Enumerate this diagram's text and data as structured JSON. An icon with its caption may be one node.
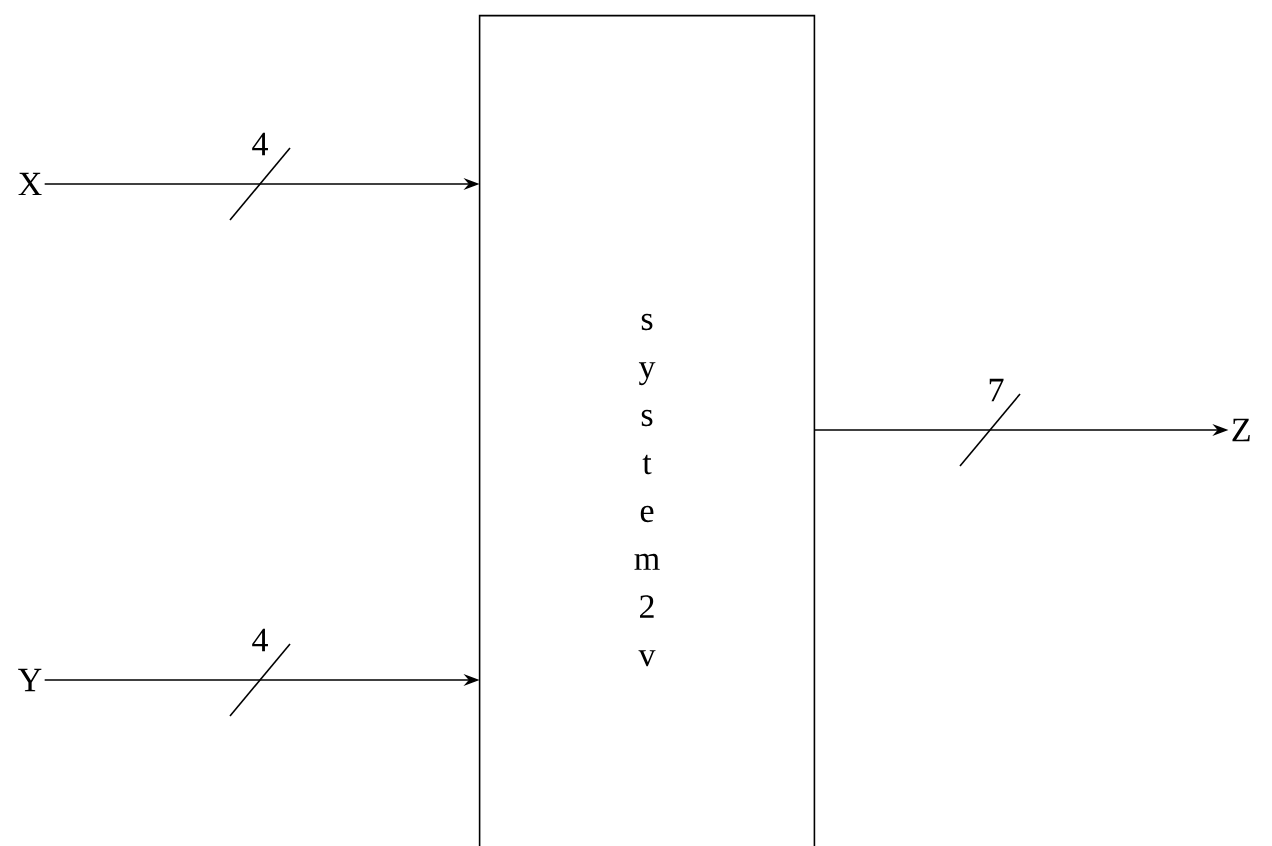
{
  "diagram": {
    "nodes": [
      {
        "text": [
          "X"
        ]
      },
      {
        "text": [
          "s y s t e m 2 v"
        ]
      },
      {
        "text": [
          "Y"
        ]
      },
      {
        "text": [
          "Z"
        ]
      }
    ],
    "edges": [
      {
        "from": 0,
        "to": 1,
        "arrow": "to",
        "label": "4"
      },
      {
        "from": 2,
        "to": 1,
        "arrow": "to",
        "label": "4"
      },
      {
        "from": 1,
        "to": 3,
        "arrow": "to",
        "label": "7"
      }
    ]
  }
}
